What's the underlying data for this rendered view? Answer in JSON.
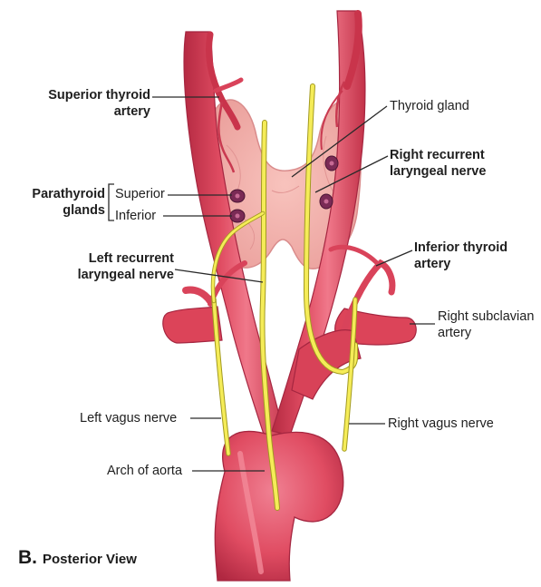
{
  "labels": {
    "superior_thyroid_artery": [
      "Superior thyroid",
      "artery"
    ],
    "thyroid_gland": "Thyroid gland",
    "right_recurrent_laryngeal_nerve": [
      "Right recurrent",
      "laryngeal nerve"
    ],
    "parathyroid_glands": [
      "Parathyroid",
      "glands"
    ],
    "parathyroid_superior": "Superior",
    "parathyroid_inferior": "Inferior",
    "inferior_thyroid_artery": [
      "Inferior thyroid",
      "artery"
    ],
    "left_recurrent_laryngeal_nerve": [
      "Left recurrent",
      "laryngeal nerve"
    ],
    "right_subclavian_artery": [
      "Right subclavian",
      "artery"
    ],
    "left_vagus_nerve": "Left vagus nerve",
    "right_vagus_nerve": "Right vagus nerve",
    "arch_of_aorta": "Arch of aorta"
  },
  "caption": {
    "letter": "B.",
    "view": "Posterior View"
  },
  "colors": {
    "artery": "#dd4258",
    "artery_dark": "#b52a42",
    "artery_highlight": "#f27a8c",
    "thyroid": "#f2aaa6",
    "thyroid_edge": "#d98b8b",
    "nerve": "#f5ec58",
    "nerve_edge": "#a29a20",
    "parathyroid": "#7a2a55"
  }
}
